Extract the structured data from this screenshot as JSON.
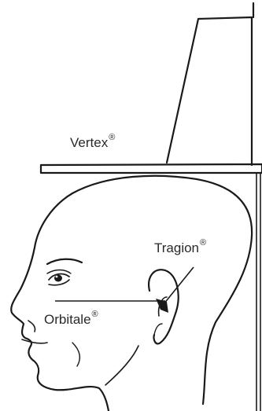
{
  "labels": {
    "vertex": {
      "text": "Vertex",
      "mark": "®"
    },
    "tragion": {
      "text": "Tragion",
      "mark": "®"
    },
    "orbitale": {
      "text": "Orbitale",
      "mark": "®"
    }
  },
  "colors": {
    "line": "#1a1a1a",
    "background": "#ffffff",
    "text": "#2a2a2a"
  }
}
